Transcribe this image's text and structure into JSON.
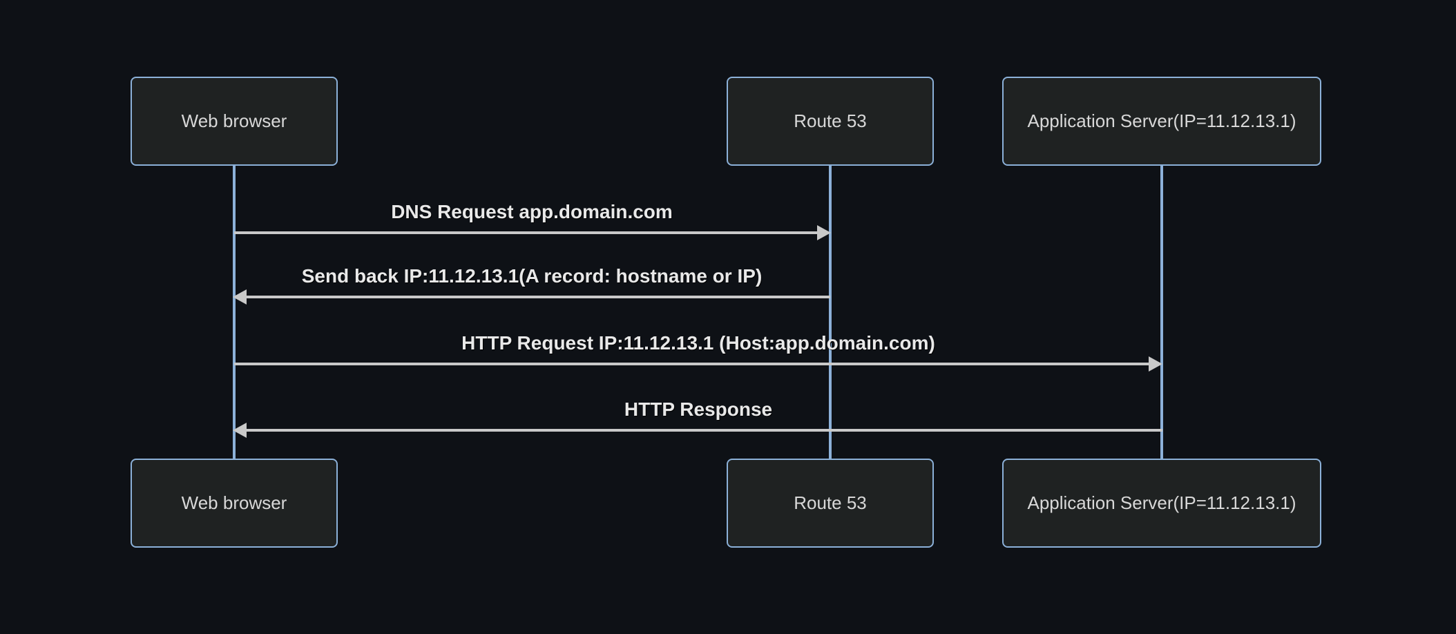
{
  "diagram": {
    "type": "sequence-diagram",
    "colors": {
      "background": "#0e1116",
      "node_fill": "#1f2222",
      "node_border": "#8cb1d9",
      "lifeline": "#8cb1d9",
      "message_line": "#c9c9c9",
      "message_text": "#e9e9e9",
      "node_text": "#d8d8d8"
    },
    "actors": [
      {
        "label": "Web browser"
      },
      {
        "label": "Route 53"
      },
      {
        "label": "Application Server(IP=11.12.13.1)"
      }
    ],
    "messages": [
      {
        "label": "DNS Request app.domain.com",
        "from": "Web browser",
        "to": "Route 53",
        "direction": "right"
      },
      {
        "label": "Send back IP:11.12.13.1(A record: hostname or IP)",
        "from": "Route 53",
        "to": "Web browser",
        "direction": "left"
      },
      {
        "label": "HTTP Request IP:11.12.13.1 (Host:app.domain.com)",
        "from": "Web browser",
        "to": "Application Server(IP=11.12.13.1)",
        "direction": "right"
      },
      {
        "label": "HTTP Response",
        "from": "Application Server(IP=11.12.13.1)",
        "to": "Web browser",
        "direction": "left"
      }
    ]
  }
}
